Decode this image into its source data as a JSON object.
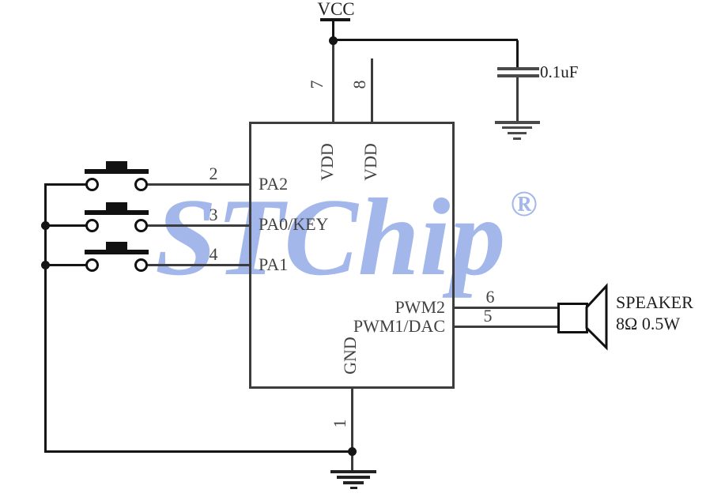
{
  "watermark": {
    "text": "STChip",
    "registered_mark": "®",
    "color": "#a3b7ea"
  },
  "power": {
    "vcc_label": "VCC"
  },
  "capacitor": {
    "value": "0.1uF"
  },
  "chip": {
    "left_pins": [
      {
        "number": "2",
        "label": "PA2"
      },
      {
        "number": "3",
        "label": "PA0/KEY"
      },
      {
        "number": "4",
        "label": "PA1"
      }
    ],
    "top_pins": [
      {
        "number": "7",
        "label": "VDD"
      },
      {
        "number": "8",
        "label": "VDD"
      }
    ],
    "right_pins": [
      {
        "number": "6",
        "label": "PWM2"
      },
      {
        "number": "5",
        "label": "PWM1/DAC"
      }
    ],
    "bottom_pins": [
      {
        "number": "1",
        "label": "GND"
      }
    ]
  },
  "speaker": {
    "name": "SPEAKER",
    "rating": "8Ω 0.5W"
  },
  "colors": {
    "wire_gray": "#3c3c3c",
    "wire_black": "#151515",
    "text": "#424242"
  }
}
